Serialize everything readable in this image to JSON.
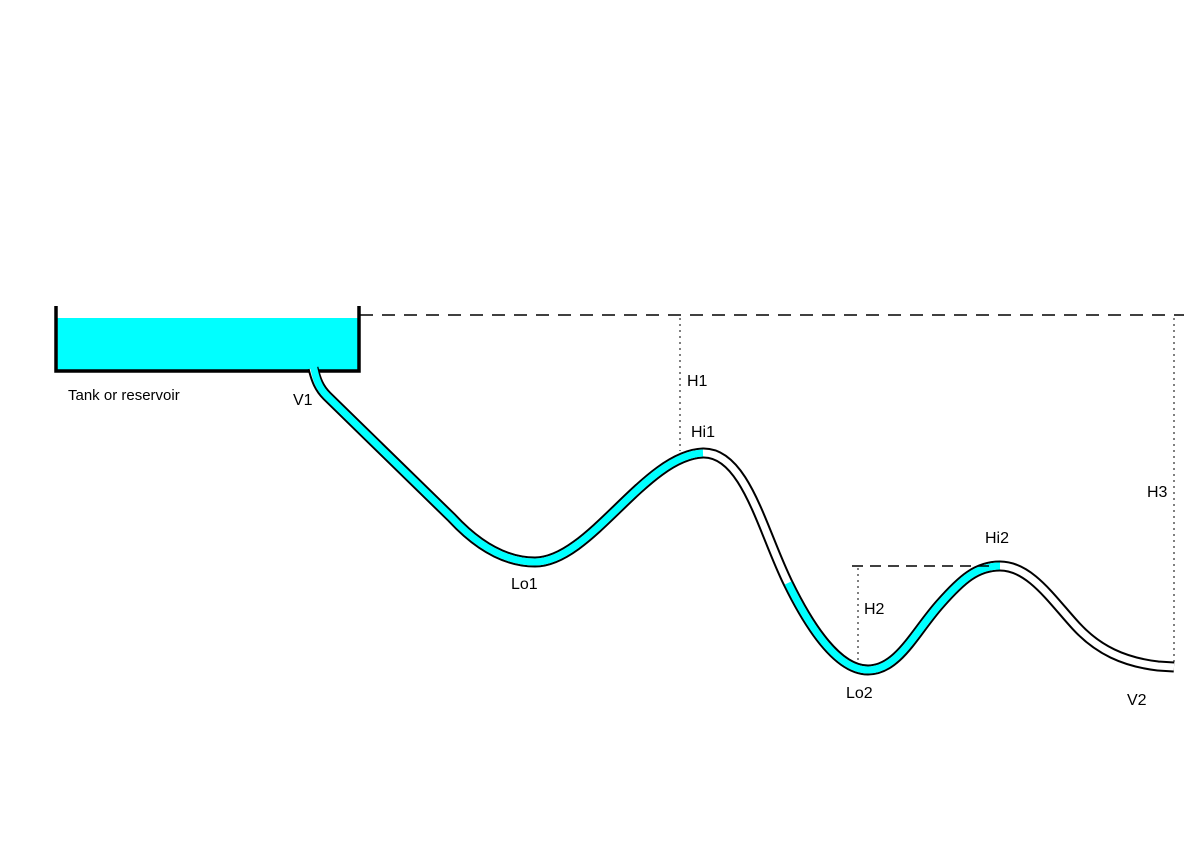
{
  "diagram": {
    "tank": {
      "label": "Tank or reservoir"
    },
    "labels": {
      "v1": "V1",
      "lo1": "Lo1",
      "hi1": "Hi1",
      "h1": "H1",
      "h2": "H2",
      "hi2": "Hi2",
      "lo2": "Lo2",
      "v2": "V2",
      "h3": "H3"
    },
    "colors": {
      "water": "#00ffff",
      "line": "#000000",
      "background": "#ffffff"
    }
  }
}
